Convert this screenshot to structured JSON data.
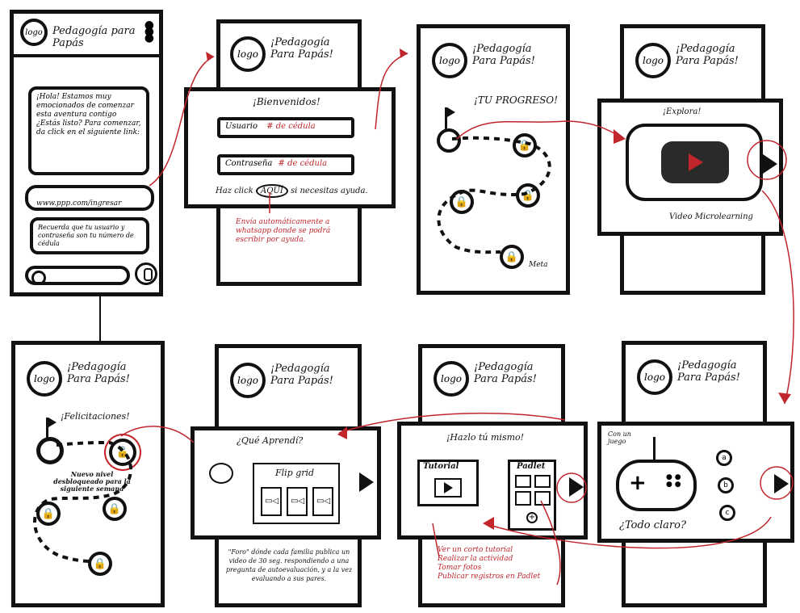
{
  "app": {
    "title": "Pedagogía para Papás",
    "title_short": "¡Pedagogía Para Papás!",
    "logo": "logo",
    "menu_icon": "kebab-icon"
  },
  "screen1": {
    "bubble1": "¡Hola! Estamos muy emocionados de comenzar esta aventura contigo ¿Estás listo? Para comenzar, da click en el siguiente link:",
    "link": "www.ppp.com/ingresar",
    "bubble2": "Recuerda que tu usuario y contraseña son tu número de cédula",
    "mic_icon": "microphone-icon"
  },
  "screen2": {
    "welcome": "¡Bienvenidos!",
    "user_label": "Usuario",
    "user_hint": "# de cédula",
    "pass_label": "Contraseña",
    "pass_hint": "# de cédula",
    "help_prefix": "Haz click",
    "help_link": "AQUÍ",
    "help_suffix": "si necesitas ayuda.",
    "note": "Envía automáticamente a whatsapp donde se podrá escribir por ayuda."
  },
  "screen3": {
    "heading": "¡TU PROGRESO!",
    "goal": "Meta"
  },
  "screen4": {
    "heading": "¡Explora!",
    "caption": "Video Microlearning"
  },
  "screen5": {
    "heading": "¡Felicitaciones!",
    "note": "Nuevo nivel desbloqueado para la siguiente semana"
  },
  "screen6": {
    "heading": "¿Qué Aprendí?",
    "panel": "Flip grid",
    "desc": "\"Foro\" dónde cada familia publica un video de 30 seg. respondiendo a una pregunta de autoevaluación, y a la vez evaluando a sus pares."
  },
  "screen7": {
    "heading": "¡Hazlo tú mismo!",
    "tutorial": "Tutorial",
    "padlet": "Padlet",
    "steps": [
      "Ver un corto tutorial",
      "Realizar la actividad",
      "Tomar fotos",
      "Publicar registros en Padlet"
    ]
  },
  "screen8": {
    "game_label": "Con un juego",
    "question": "¿Todo claro?",
    "options": [
      "a",
      "b",
      "c"
    ]
  },
  "colors": {
    "ink": "#111111",
    "accent": "#c0262c",
    "video": "#2a2a2a"
  }
}
